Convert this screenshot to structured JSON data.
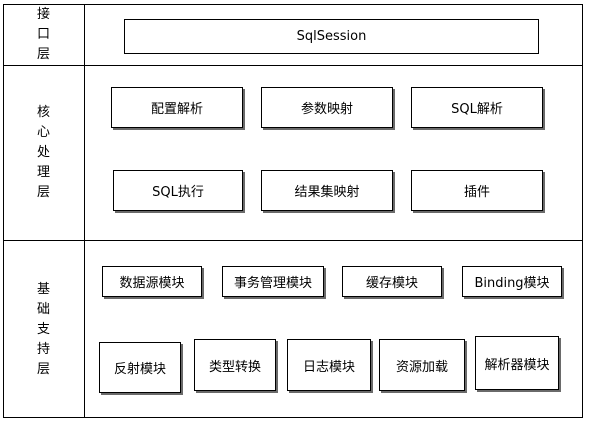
{
  "layers": [
    {
      "label": "接口层",
      "chars": [
        "接",
        "口",
        "层"
      ]
    },
    {
      "label": "核心处理层",
      "chars": [
        "核",
        "心",
        "处",
        "理",
        "层"
      ]
    },
    {
      "label": "基础支持层",
      "chars": [
        "基",
        "础",
        "支",
        "持",
        "层"
      ]
    }
  ],
  "interface": {
    "modules": [
      "SqlSession"
    ]
  },
  "core": {
    "modules": [
      "配置解析",
      "参数映射",
      "SQL解析",
      "SQL执行",
      "结果集映射",
      "插件"
    ]
  },
  "base": {
    "modules": [
      "数据源模块",
      "事务管理模块",
      "缓存模块",
      "Binding模块",
      "反射模块",
      "类型转换",
      "日志模块",
      "资源加载",
      "解析器模块"
    ]
  }
}
